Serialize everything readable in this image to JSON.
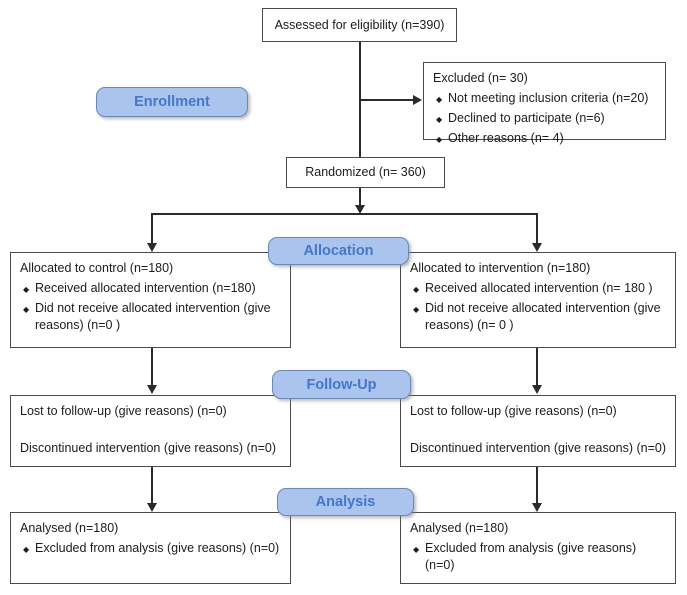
{
  "diagram": {
    "stages": {
      "enrollment": "Enrollment",
      "allocation": "Allocation",
      "followup": "Follow-Up",
      "analysis": "Analysis"
    },
    "boxes": {
      "assessed": {
        "text": "Assessed for eligibility (n=390)"
      },
      "excluded": {
        "title": "Excluded (n= 30)",
        "items": [
          "Not meeting inclusion criteria (n=20)",
          "Declined to participate (n=6)",
          "Other reasons (n= 4)"
        ]
      },
      "randomized": {
        "text": "Randomized (n= 360)"
      },
      "alloc_left": {
        "title": "Allocated to control (n=180)",
        "items": [
          "Received allocated intervention (n=180)",
          "Did not receive allocated intervention (give reasons) (n=0  )"
        ]
      },
      "alloc_right": {
        "title": "Allocated to intervention (n=180)",
        "items": [
          "Received allocated intervention (n= 180 )",
          "Did not receive allocated intervention (give reasons) (n= 0 )"
        ]
      },
      "fu_left": {
        "lines": [
          "Lost to follow-up (give reasons) (n=0)",
          "Discontinued intervention (give reasons) (n=0)"
        ]
      },
      "fu_right": {
        "lines": [
          "Lost to follow-up (give reasons) (n=0)",
          "Discontinued intervention (give reasons) (n=0)"
        ]
      },
      "an_left": {
        "title": "Analysed (n=180)",
        "items": [
          "Excluded from analysis (give reasons) (n=0)"
        ]
      },
      "an_right": {
        "title": "Analysed (n=180)",
        "items": [
          "Excluded from analysis (give reasons) (n=0)"
        ]
      }
    },
    "colors": {
      "label_fill": "#aac4ee",
      "label_border": "#6d88b5",
      "label_text": "#4377c9",
      "box_border": "#4a4a4a",
      "line": "#2b2b2b"
    }
  }
}
